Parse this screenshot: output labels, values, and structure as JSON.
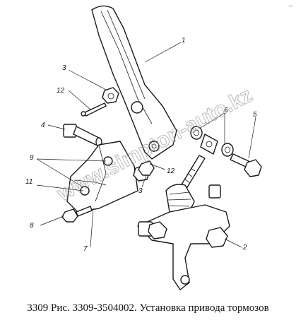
{
  "caption": "3309 Рис. 3309-3504002. Установка привода тормозов",
  "watermark": "www.simpton-auto.kz",
  "corner_mark": "→",
  "callouts": [
    {
      "id": "1",
      "label": "1"
    },
    {
      "id": "2",
      "label": "2"
    },
    {
      "id": "3a",
      "label": "3"
    },
    {
      "id": "3b",
      "label": "3"
    },
    {
      "id": "4",
      "label": "4"
    },
    {
      "id": "5",
      "label": "5"
    },
    {
      "id": "6",
      "label": "6"
    },
    {
      "id": "7",
      "label": "7"
    },
    {
      "id": "8",
      "label": "8"
    },
    {
      "id": "9",
      "label": "9"
    },
    {
      "id": "11",
      "label": "11"
    },
    {
      "id": "12a",
      "label": "12"
    },
    {
      "id": "12b",
      "label": "12"
    }
  ]
}
